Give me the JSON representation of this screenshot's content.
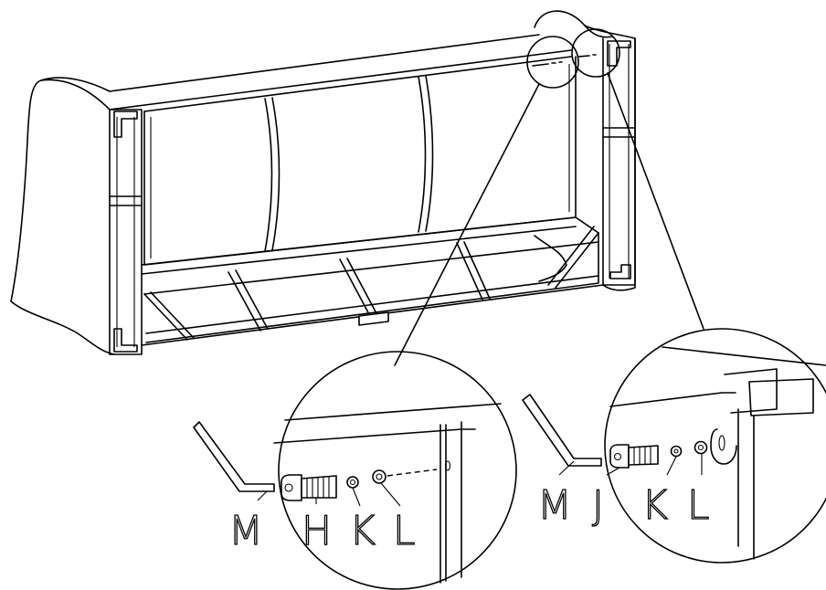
{
  "diagram": {
    "left_detail_labels": [
      "M",
      "H",
      "K",
      "L"
    ],
    "right_detail_labels": [
      "M",
      "J",
      "K",
      "L"
    ]
  }
}
